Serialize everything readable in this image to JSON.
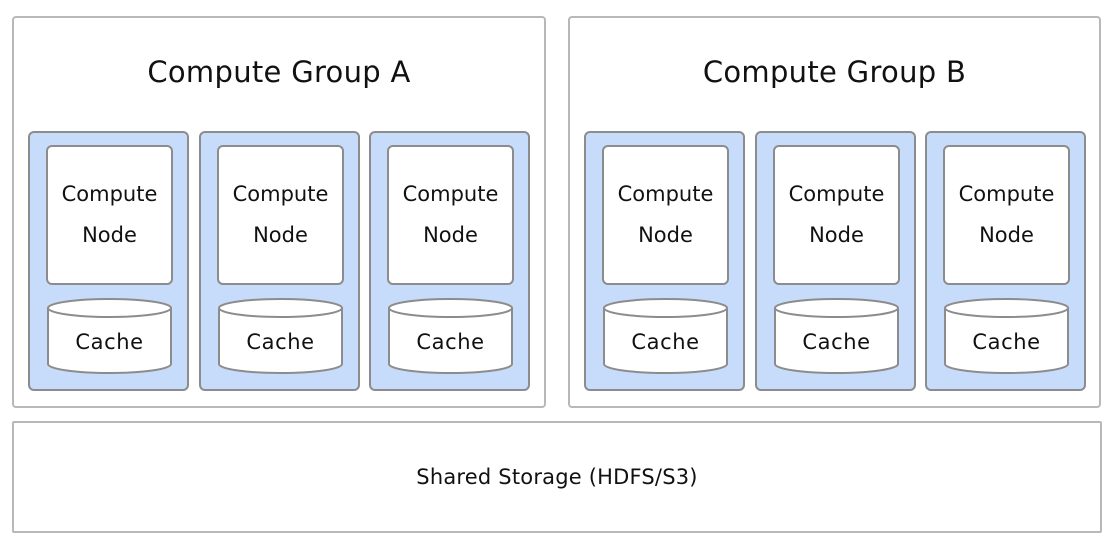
{
  "groups": [
    {
      "title": "Compute Group A",
      "nodes": [
        {
          "line1": "Compute",
          "line2": "Node",
          "cache": "Cache"
        },
        {
          "line1": "Compute",
          "line2": "Node",
          "cache": "Cache"
        },
        {
          "line1": "Compute",
          "line2": "Node",
          "cache": "Cache"
        }
      ]
    },
    {
      "title": "Compute Group B",
      "nodes": [
        {
          "line1": "Compute",
          "line2": "Node",
          "cache": "Cache"
        },
        {
          "line1": "Compute",
          "line2": "Node",
          "cache": "Cache"
        },
        {
          "line1": "Compute",
          "line2": "Node",
          "cache": "Cache"
        }
      ]
    }
  ],
  "storage": {
    "label": "Shared Storage (HDFS/S3)"
  },
  "colors": {
    "node_fill": "#c7dcfa",
    "border_dark": "#8c8c8c",
    "border_light": "#b8b8b8",
    "background": "#ffffff"
  }
}
